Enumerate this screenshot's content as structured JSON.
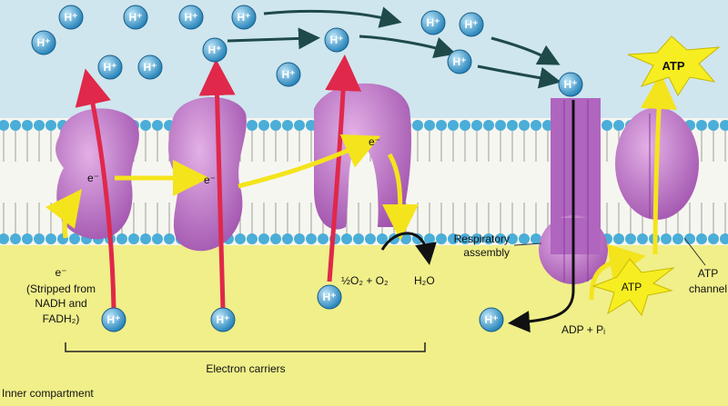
{
  "ion_label": "H⁺",
  "electron_label": "e⁻",
  "labels": {
    "electron_source_e": "e⁻",
    "electron_source_line1": "(Stripped from",
    "electron_source_line2": "NADH and",
    "electron_source_line3": "FADH₂)",
    "oxygen_reaction": "½O₂ + O₂",
    "water": "H₂O",
    "respiratory_line1": "Respiratory",
    "respiratory_line2": "assembly",
    "adp": "ADP + Pᵢ",
    "atp_top": "ATP",
    "atp_bottom": "ATP",
    "atp_channel_line1": "ATP",
    "atp_channel_line2": "channel",
    "electron_carriers": "Electron carriers",
    "inner_compartment": "Inner compartment"
  },
  "colors": {
    "outer": "#cfe6ee",
    "inner": "#f0ef8a",
    "protein": "#b86cc4",
    "proton": "#3a9bd0",
    "lipid": "#4aaed8",
    "arrow_red": "#e0284a",
    "arrow_yellow": "#f4e41c"
  }
}
